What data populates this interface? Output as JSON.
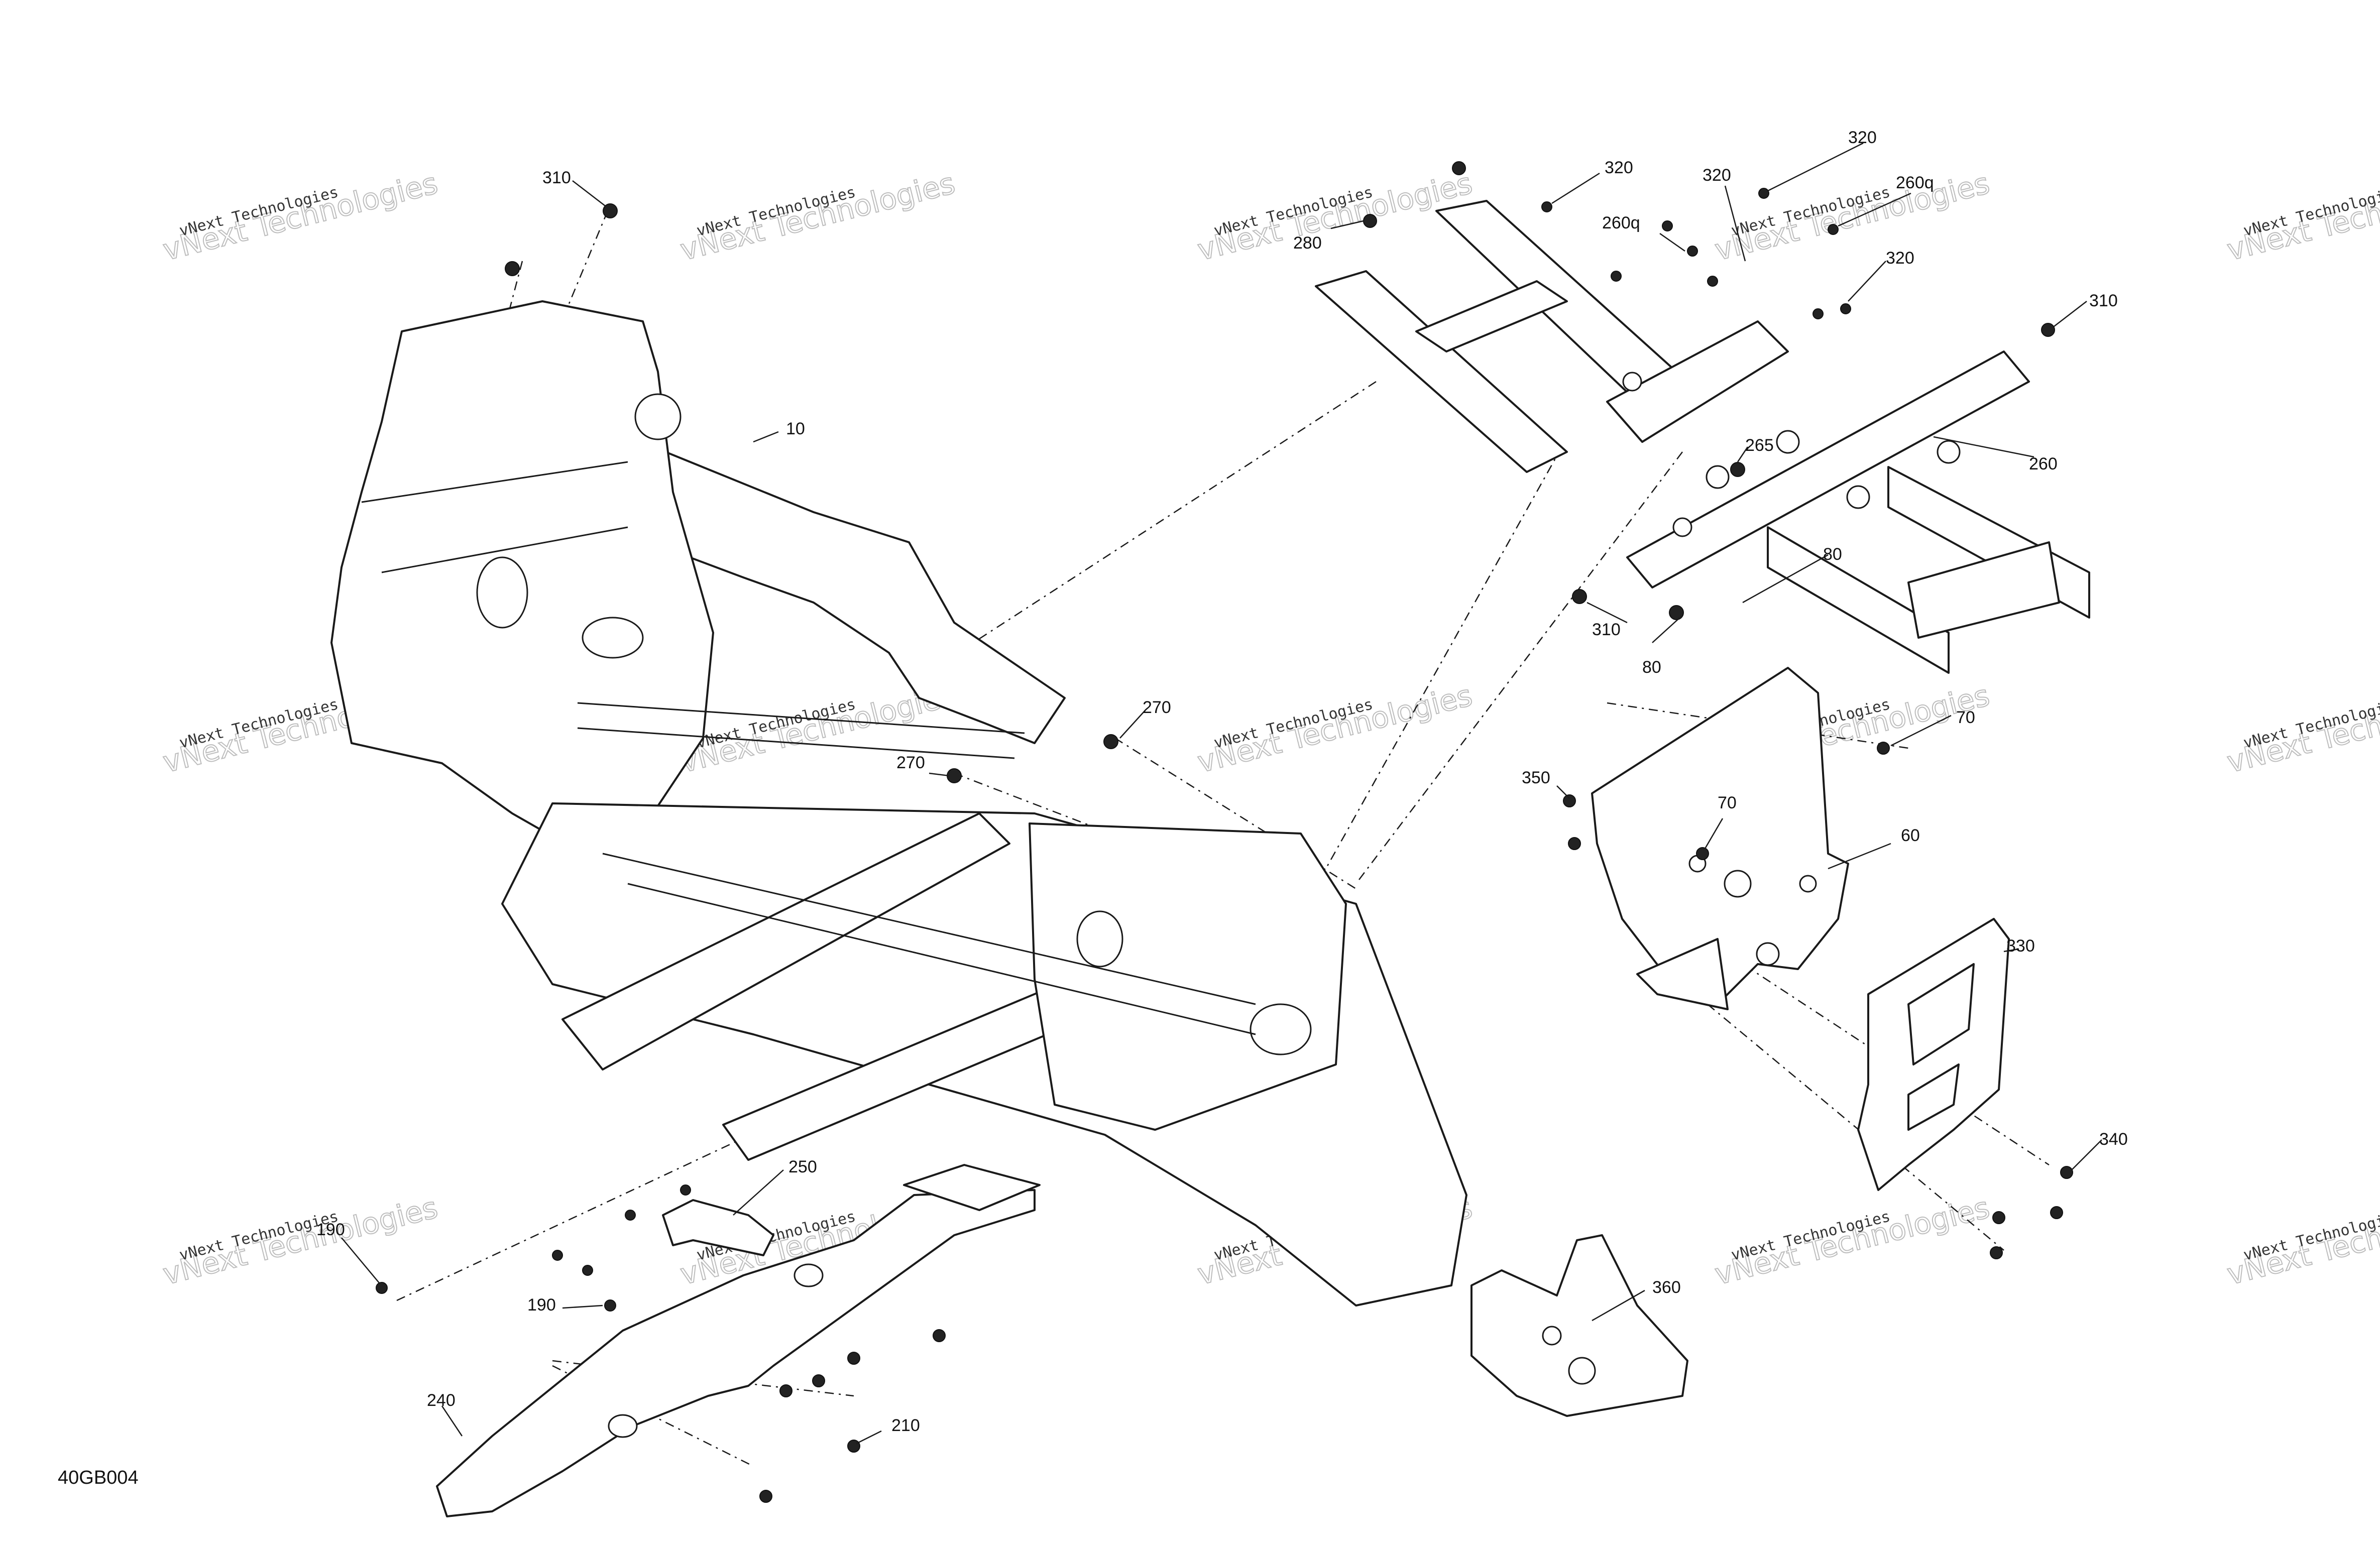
{
  "drawing_code": "40GB004",
  "watermark": {
    "line1": "vNext Technologies",
    "line2": "vNext Technologies"
  },
  "callouts": [
    {
      "id": "c310a",
      "label": "310"
    },
    {
      "id": "c10",
      "label": "10"
    },
    {
      "id": "c280",
      "label": "280"
    },
    {
      "id": "c320a",
      "label": "320"
    },
    {
      "id": "c260qa",
      "label": "260q"
    },
    {
      "id": "c320b",
      "label": "320"
    },
    {
      "id": "c320c",
      "label": "320"
    },
    {
      "id": "c260qb",
      "label": "260q"
    },
    {
      "id": "c320d",
      "label": "320"
    },
    {
      "id": "c310b",
      "label": "310"
    },
    {
      "id": "c265",
      "label": "265"
    },
    {
      "id": "c260",
      "label": "260"
    },
    {
      "id": "c80a",
      "label": "80"
    },
    {
      "id": "c310c",
      "label": "310"
    },
    {
      "id": "c80b",
      "label": "80"
    },
    {
      "id": "c270a",
      "label": "270"
    },
    {
      "id": "c270b",
      "label": "270"
    },
    {
      "id": "c70a",
      "label": "70"
    },
    {
      "id": "c350",
      "label": "350"
    },
    {
      "id": "c70b",
      "label": "70"
    },
    {
      "id": "c60",
      "label": "60"
    },
    {
      "id": "c330",
      "label": "330"
    },
    {
      "id": "c340",
      "label": "340"
    },
    {
      "id": "c250",
      "label": "250"
    },
    {
      "id": "c190a",
      "label": "190"
    },
    {
      "id": "c190b",
      "label": "190"
    },
    {
      "id": "c360",
      "label": "360"
    },
    {
      "id": "c240",
      "label": "240"
    },
    {
      "id": "c210",
      "label": "210"
    }
  ]
}
